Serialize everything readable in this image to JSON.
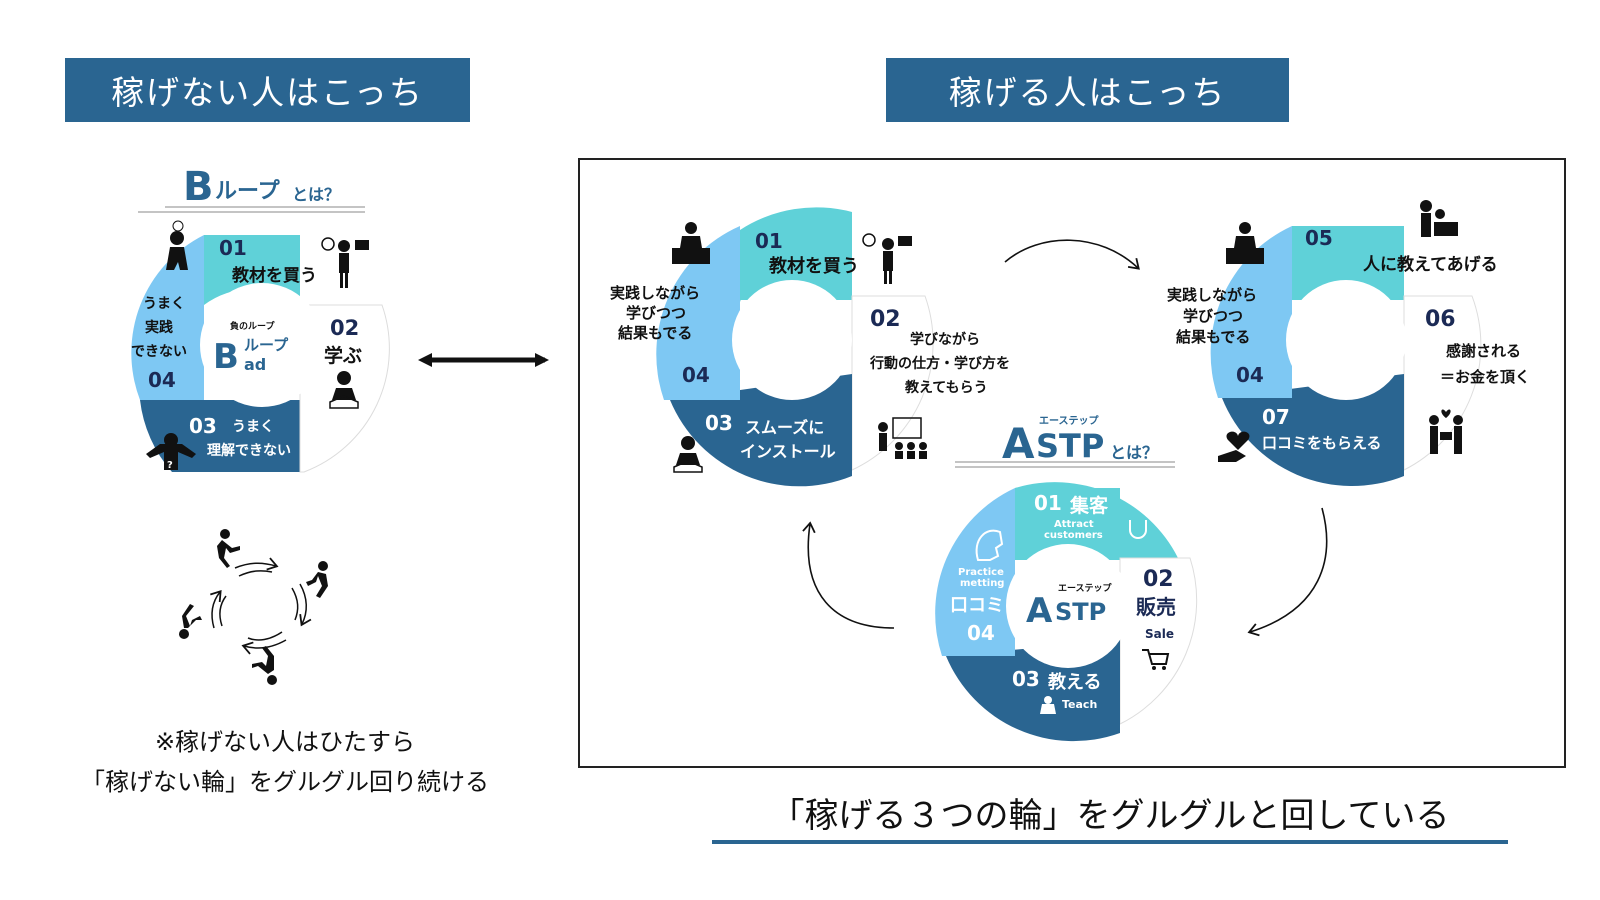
{
  "banners": {
    "left": "稼げない人はこっち",
    "right": "稼げる人はこっち"
  },
  "bad_loop": {
    "title_letter": "B",
    "title_rest": "ループ",
    "title_suffix": "とは？",
    "center_small": "負のループ",
    "center_big_b": "B",
    "center_loop": "ループ",
    "center_ad": "ad",
    "seg01_num": "01",
    "seg01_label": "教材を買う",
    "seg02_num": "02",
    "seg02_label": "学ぶ",
    "seg03_num": "03",
    "seg03_label1": "うまく",
    "seg03_label2": "理解できない",
    "seg04_line1": "うまく",
    "seg04_line2": "実践",
    "seg04_line3": "できない",
    "seg04_num": "04"
  },
  "note": {
    "line1": "※稼げない人はひたすら",
    "line2": "「稼げない輪」をグルグル回り続ける"
  },
  "loop_a": {
    "seg01_num": "01",
    "seg01_label": "教材を買う",
    "seg02_num": "02",
    "seg02_line1": "学びながら",
    "seg02_line2": "行動の仕方・学び方を",
    "seg02_line3": "教えてもらう",
    "seg03_num": "03",
    "seg03_line1": "スムーズに",
    "seg03_line2": "インストール",
    "seg04_line1": "実践しながら",
    "seg04_line2": "学びつつ",
    "seg04_line3": "結果もでる",
    "seg04_num": "04"
  },
  "loop_b": {
    "seg05_num": "05",
    "seg05_label": "人に教えてあげる",
    "seg06_num": "06",
    "seg06_line1": "感謝される",
    "seg06_line2": "＝お金を頂く",
    "seg07_num": "07",
    "seg07_label": "口コミをもらえる",
    "seg04_line1": "実践しながら",
    "seg04_line2": "学びつつ",
    "seg04_line3": "結果もでる",
    "seg04_num": "04"
  },
  "astp": {
    "ruby": "エーステップ",
    "title_a": "A",
    "title_stp": "STP",
    "title_suffix": "とは？",
    "center_ruby": "エーステップ",
    "center_a": "A",
    "center_stp": "STP",
    "seg01_num": "01",
    "seg01_label": "集客",
    "seg01_en1": "Attract",
    "seg01_en2": "customers",
    "seg02_num": "02",
    "seg02_label": "販売",
    "seg02_en": "Sale",
    "seg03_num": "03",
    "seg03_label": "教える",
    "seg03_en": "Teach",
    "seg04_en1": "Practice",
    "seg04_en2": "metting",
    "seg04_label": "口コミ",
    "seg04_num": "04"
  },
  "bottom_caption": "「稼げる３つの輪」をグルグルと回している",
  "colors": {
    "teal": "#5fd1d8",
    "light_blue": "#7ec8f3",
    "navy": "#2a6591",
    "banner": "#2a6591",
    "dark_text": "#1b2a55"
  }
}
